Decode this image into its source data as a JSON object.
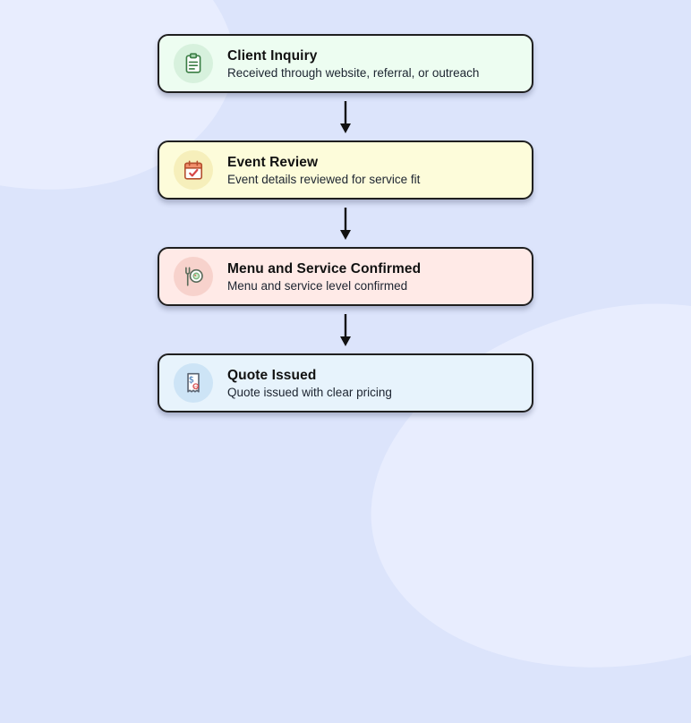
{
  "page": {
    "background": "#dce4fb",
    "blob_color": "#e8edfe",
    "card_border_color": "#1f1f1f",
    "arrow_color": "#111111"
  },
  "flow": {
    "steps": [
      {
        "title": "Client Inquiry",
        "description": "Received through website, referral, or outreach",
        "icon": "clipboard-icon",
        "card_bg": "#edfdf1",
        "icon_bg": "#d7f1dd"
      },
      {
        "title": "Event Review",
        "description": "Event details reviewed for service fit",
        "icon": "calendar-check-icon",
        "card_bg": "#fdfcda",
        "icon_bg": "#f6efbb"
      },
      {
        "title": "Menu and Service Confirmed",
        "description": "Menu and service level confirmed",
        "icon": "plate-fork-icon",
        "card_bg": "#ffeae7",
        "icon_bg": "#f7d2cc"
      },
      {
        "title": "Quote Issued",
        "description": "Quote issued with clear pricing",
        "icon": "receipt-dollar-icon",
        "card_bg": "#e7f3fc",
        "icon_bg": "#cde4f6"
      }
    ]
  }
}
